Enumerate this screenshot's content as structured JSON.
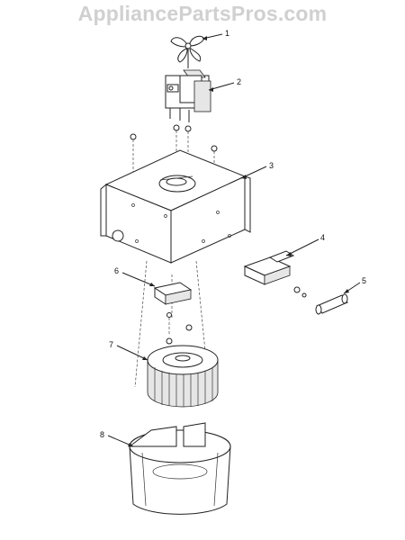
{
  "watermark": "AppliancePartsPros.com",
  "callouts": [
    "1",
    "2",
    "3",
    "4",
    "5",
    "6",
    "7",
    "8"
  ],
  "colors": {
    "line": "#222222",
    "watermark": "#d0d0d0",
    "background": "#ffffff"
  }
}
